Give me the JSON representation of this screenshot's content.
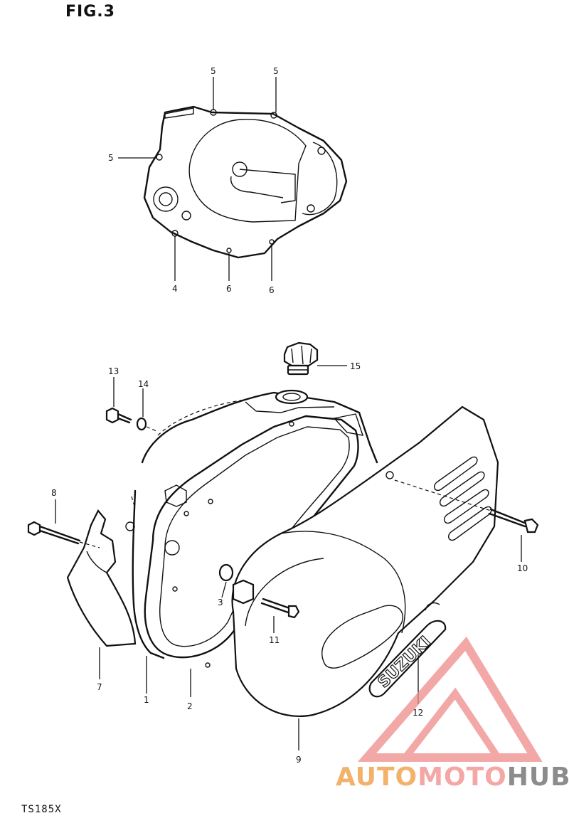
{
  "figure": {
    "title": "FIG.3",
    "model": "TS185X"
  },
  "callouts": {
    "c5a": "5",
    "c5b": "5",
    "c5c": "5",
    "c4": "4",
    "c6a": "6",
    "c6b": "6",
    "c13": "13",
    "c14": "14",
    "c15": "15",
    "c8": "8",
    "c10": "10",
    "c3": "3",
    "c11": "11",
    "c7": "7",
    "c1": "1",
    "c2": "2",
    "c9": "9",
    "c12": "12"
  },
  "emblem": "SUZUKI",
  "watermark": {
    "part1": "AUTO",
    "part2": "MOTO",
    "part3": "HUB",
    "colors": {
      "auto": "#f2b26c",
      "moto": "#f4a7a4",
      "hub": "#8c8c8c",
      "triangle": "#f08c8c"
    }
  }
}
